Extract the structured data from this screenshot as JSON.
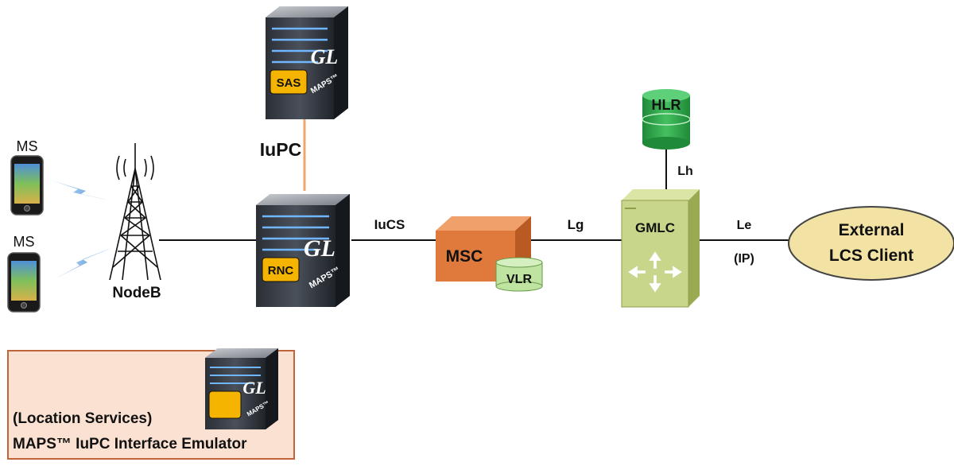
{
  "mobiles": [
    {
      "label": "MS"
    },
    {
      "label": "MS"
    }
  ],
  "nodeb": {
    "label": "NodeB"
  },
  "sas": {
    "badge": "SAS",
    "brand": "GL",
    "sub": "MAPS™"
  },
  "rnc": {
    "badge": "RNC",
    "brand": "GL",
    "sub": "MAPS™"
  },
  "legend_server": {
    "brand": "GL",
    "sub": "MAPS™"
  },
  "iupc": {
    "label": "IuPC"
  },
  "iucs": {
    "label": "IuCS"
  },
  "msc": {
    "label": "MSC"
  },
  "vlr": {
    "label": "VLR"
  },
  "lg": {
    "label": "Lg"
  },
  "hlr": {
    "label": "HLR"
  },
  "lh": {
    "label": "Lh"
  },
  "gmlc": {
    "label": "GMLC"
  },
  "le": {
    "label": "Le",
    "sub": "(IP)"
  },
  "client": {
    "line1": "External",
    "line2": "LCS Client"
  },
  "legend": {
    "line1": "(Location Services)",
    "line2": "MAPS™ IuPC Interface Emulator"
  },
  "colors": {
    "msc_front": "#e07a3c",
    "msc_top": "#f0a06a",
    "msc_side": "#b85a22",
    "hlr": "#2ea84a",
    "vlr": "#bfe3a0",
    "gmlc": "#c7d68a",
    "client": "#f2e3a4",
    "legend_bg": "#fbe1d1",
    "legend_border": "#c0643a",
    "iupc_link": "#f2a46d",
    "badge": "#f5b400"
  }
}
